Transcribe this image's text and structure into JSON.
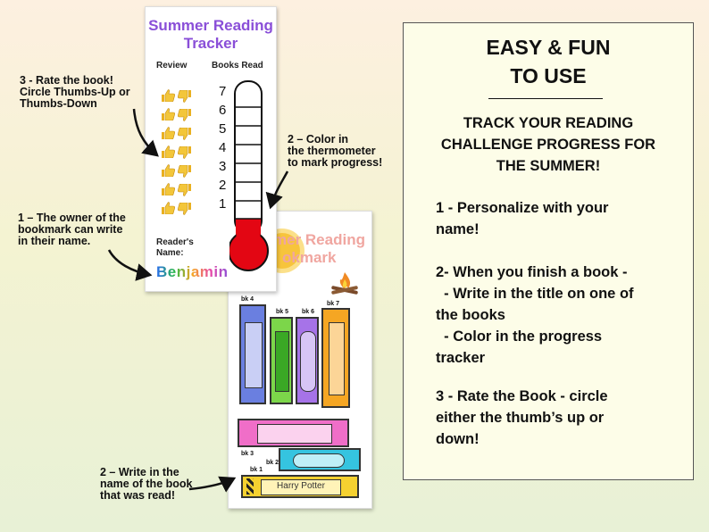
{
  "tracker": {
    "title_line1": "Summer Reading",
    "title_line2": "Tracker",
    "col_review": "Review",
    "col_books_read": "Books Read",
    "numbers": [
      "7",
      "6",
      "5",
      "4",
      "3",
      "2",
      "1"
    ],
    "reader_label_line1": "Reader's",
    "reader_label_line2": "Name:",
    "reader_name": "Benjamin",
    "thumbs_rows": 7,
    "thermo_fill_color": "#e30613",
    "title_color": "#8a4fd8"
  },
  "bookmark": {
    "title_line1": "mer Reading",
    "title_line2": "okmark",
    "title_color": "#f0a6a0",
    "books": [
      {
        "label": "bk 4",
        "color": "#6a7fe0"
      },
      {
        "label": "bk 5",
        "color": "#7cd64a"
      },
      {
        "label": "bk 6",
        "color": "#a673e8"
      },
      {
        "label": "bk 7",
        "color": "#f5a623"
      },
      {
        "label": "bk 3",
        "color": "#f06ec8"
      },
      {
        "label": "bk 2",
        "color": "#35c4e0"
      },
      {
        "label": "bk 1",
        "color": "#f5d130"
      }
    ],
    "book1_title": "Harry Potter"
  },
  "annotations": {
    "step3": [
      "3 - Rate the book!",
      "Circle Thumbs-Up or",
      "Thumbs-Down"
    ],
    "step2_color": [
      "2 –  Color in",
      "the thermometer",
      "to mark progress!"
    ],
    "step1": [
      "1 – The owner of the",
      "bookmark can write",
      "in their name."
    ],
    "step2_write": [
      "2 –  Write in the",
      "name of the book",
      "that was read!"
    ]
  },
  "panel": {
    "heading_line1": "EASY & FUN",
    "heading_line2": "TO USE",
    "sub_line1": "TRACK YOUR READING",
    "sub_line2": "CHALLENGE PROGRESS FOR",
    "sub_line3": "THE SUMMER!",
    "item1": "1 - Personalize with your\nname!",
    "item2": "2- When you finish a book -\n  - Write in the title on one of\nthe books\n  - Color in the progress\ntracker",
    "item3": "3 - Rate the Book - circle\neither the thumb’s up or\ndown!"
  }
}
